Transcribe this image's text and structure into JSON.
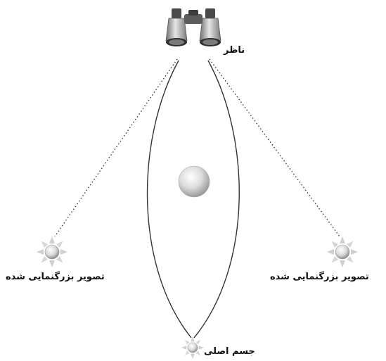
{
  "labels": {
    "observer": "ناظر",
    "left_image": "تصویر بزرگنمایی شده",
    "right_image": "تصویر بزرگنمایی شده",
    "main_object": "جسم اصلی"
  },
  "icons": {
    "observer": "binoculars-icon",
    "images": "sun-icon",
    "source": "sun-icon",
    "lens": "sphere"
  },
  "colors": {
    "line": "#333333",
    "dotted": "#444444",
    "text": "#111111"
  }
}
